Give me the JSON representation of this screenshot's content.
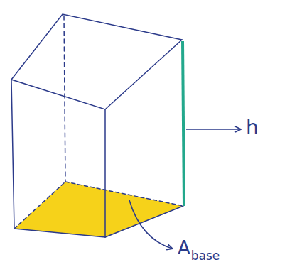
{
  "diagram": {
    "labels": [
      "h",
      "A",
      "base"
    ]
  }
}
